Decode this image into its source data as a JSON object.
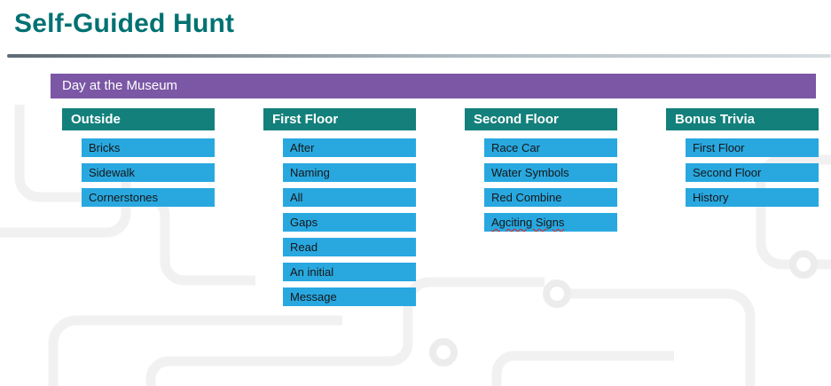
{
  "page": {
    "title": "Self-Guided Hunt"
  },
  "banner": {
    "label": "Day at the Museum"
  },
  "columns": [
    {
      "header": "Outside",
      "items": [
        "Bricks",
        "Sidewalk",
        "Cornerstones"
      ]
    },
    {
      "header": "First Floor",
      "items": [
        "After",
        "Naming",
        "All",
        "Gaps",
        "Read",
        "An initial",
        "Message"
      ]
    },
    {
      "header": "Second Floor",
      "items": [
        "Race Car",
        "Water Symbols",
        "Red Combine",
        "Agciting Signs"
      ]
    },
    {
      "header": "Bonus Trivia",
      "items": [
        "First Floor",
        "Second Floor",
        "History"
      ]
    }
  ],
  "decorations": {
    "misspelled_item": "Agciting Signs"
  },
  "colors": {
    "title_text": "#007172",
    "banner_background": "#7b57a5",
    "column_header_background": "#13807b",
    "item_background": "#29a8e0",
    "item_text": "#161616",
    "misspelling_underline": "#e02424",
    "divider_dark": "#5d6a74",
    "divider_light": "#d7dde1",
    "background_pattern": "#f1f1f1"
  }
}
